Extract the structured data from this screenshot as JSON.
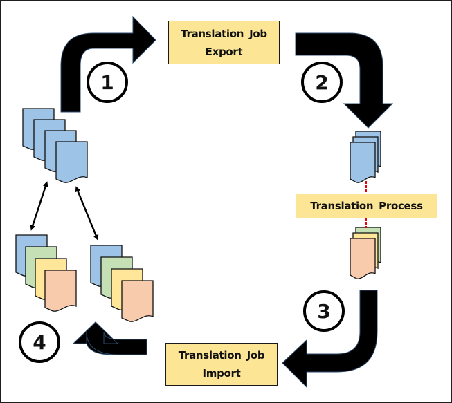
{
  "diagram": {
    "title": "Translation job workflow",
    "boxes": {
      "export": {
        "line1": "Translation  Job",
        "line2": "Export"
      },
      "process": {
        "line1": "Translation  Process"
      },
      "import": {
        "line1": "Translation  Job",
        "line2": "Import"
      }
    },
    "steps": [
      "1",
      "2",
      "3",
      "4"
    ],
    "colors": {
      "box_fill": "#fde596",
      "doc_blue": "#9dc3e6",
      "doc_green": "#c5e0b4",
      "doc_yellow": "#ffe699",
      "doc_salmon": "#f8cbad",
      "arrow": "#000000",
      "connector": "#e8000b"
    },
    "document_stacks": [
      {
        "name": "source-documents",
        "colors": [
          "blue",
          "blue",
          "blue",
          "blue"
        ]
      },
      {
        "name": "exported-documents",
        "colors": [
          "blue",
          "blue",
          "blue"
        ]
      },
      {
        "name": "translated-documents",
        "colors": [
          "green",
          "yellow",
          "salmon"
        ]
      },
      {
        "name": "imported-documents-left",
        "colors": [
          "blue",
          "green",
          "yellow",
          "salmon"
        ]
      },
      {
        "name": "imported-documents-right",
        "colors": [
          "blue",
          "green",
          "yellow",
          "salmon"
        ]
      }
    ]
  }
}
